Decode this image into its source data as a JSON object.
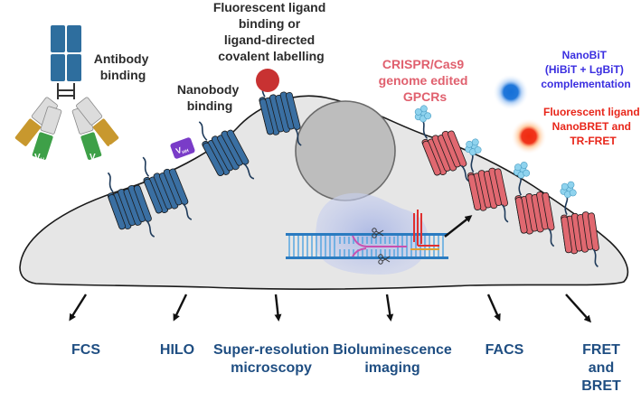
{
  "labels": {
    "antibody": [
      "Antibody",
      "binding"
    ],
    "nanobody": [
      "Nanobody",
      "binding"
    ],
    "fluorescent_top": [
      "Fluorescent ligand",
      "binding or",
      "ligand-directed",
      "covalent labelling"
    ],
    "crispr": [
      "CRISPR/Cas9",
      "genome edited",
      "GPCRs"
    ],
    "nanobit": [
      "NanoBiT",
      "(HiBiT + LgBiT)",
      "complementation"
    ],
    "nanobret": [
      "Fluorescent ligand",
      "NanoBRET and",
      "TR-FRET"
    ]
  },
  "vh_text": "V",
  "vh_sub": "HH",
  "antibody_domains": {
    "heavy_variable": "V",
    "heavy_sub": "H",
    "light_variable": "V",
    "light_sub": "L"
  },
  "techniques": [
    {
      "lines": [
        "FCS"
      ]
    },
    {
      "lines": [
        "HILO"
      ]
    },
    {
      "lines": [
        "Super-resolution",
        "microscopy"
      ]
    },
    {
      "lines": [
        "Bioluminescence",
        "imaging"
      ]
    },
    {
      "lines": [
        "FACS"
      ]
    },
    {
      "lines": [
        "FRET",
        "and",
        "BRET"
      ]
    }
  ],
  "colors": {
    "label_dark": "#2b2b2b",
    "crispr": "#e0606e",
    "nanobit": "#3a2ee0",
    "nanobret": "#e8261a",
    "technique": "#1f4e82",
    "gpcr_blue": "#3a6fa2",
    "gpcr_red": "#e06870",
    "cell": "#e6e6e6",
    "nucleus": "#bdbdbd",
    "antibody_heavy": "#2e6e9e",
    "vh_domain": "#7a3cc8",
    "fluor_red": "#c83232",
    "nanobit_blue": "#1570d8",
    "nanobret_red": "#f02a10"
  }
}
